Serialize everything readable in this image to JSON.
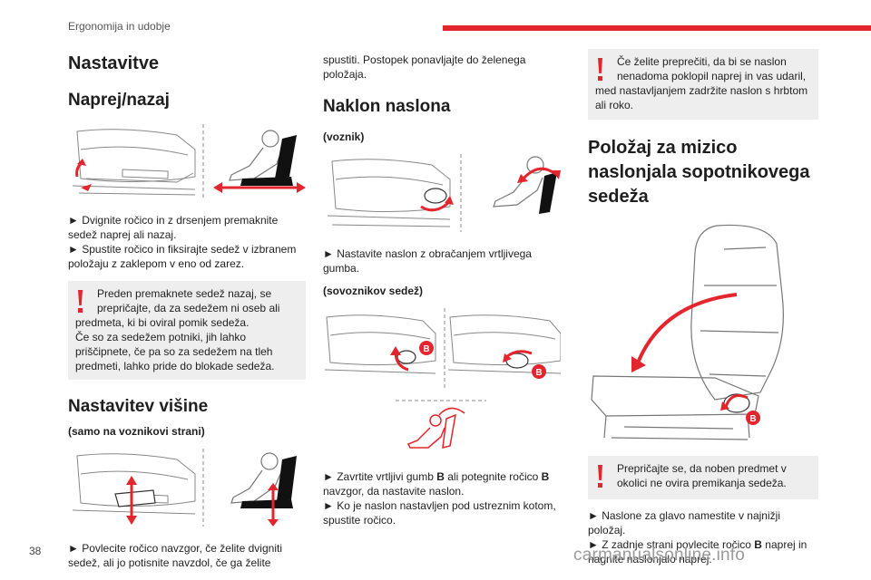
{
  "header": {
    "section": "Ergonomija in udobje",
    "accent_color": "#e3262d"
  },
  "page_number": "38",
  "watermark": "carmanualsonline.info",
  "col1": {
    "title": "Nastavitve",
    "subtitle": "Naprej/nazaj",
    "steps1": [
      "► Dvignite ročico in z drsenjem premaknite sedež naprej ali nazaj.",
      "► Spustite ročico in fiksirajte sedež v izbranem položaju z zaklepom v eno od zarez."
    ],
    "warning1": {
      "first": "Preden premaknete sedež nazaj, se prepričajte, da za sedežem ni oseb ali",
      "rest": "predmeta, ki bi oviral pomik sedeža.",
      "second": "Če so za sedežem potniki, jih lahko priščipnete, če pa so za sedežem na tleh predmeti, lahko pride do blokade sedeža."
    },
    "height_title": "Nastavitev višine",
    "height_subtitle": "(samo na voznikovi strani)",
    "height_step": "► Povlecite ročico navzgor, če želite dvigniti sedež, ali jo potisnite navzdol, če ga želite"
  },
  "col2": {
    "continuation": "spustiti. Postopek ponavljajte do želenega položaja.",
    "recline_title": "Naklon naslona",
    "driver_label": "(voznik)",
    "driver_step": "► Nastavite naslon z obračanjem vrtljivega gumba.",
    "passenger_label": "(sovoznikov sedež)",
    "badge_b": "B",
    "pass_step1_pre": "► Zavrtite vrtljivi gumb ",
    "pass_step1_b1": "B",
    "pass_step1_mid": " ali potegnite ročico ",
    "pass_step1_b2": "B",
    "pass_step1_post": " navzgor, da nastavite naslon.",
    "pass_step2": "► Ko je naslon nastavljen pod ustreznim kotom, spustite ročico."
  },
  "col3": {
    "warning": {
      "first": "Če želite preprečiti, da bi se naslon nenadoma poklopil naprej in vas udaril,",
      "rest": "med nastavljanjem zadržite naslon s hrbtom ali roko."
    },
    "table_title": "Položaj za mizico naslonjala sopotnikovega sedeža",
    "badge_b": "B",
    "warning2": {
      "first": "Prepričajte se, da noben predmet v okolici ne ovira premikanja sedeža."
    },
    "step1": "► Naslone za glavo namestite v najnižji položaj.",
    "step2_pre": "► Z zadnje strani povlecite ročico ",
    "step2_b": "B",
    "step2_post": " naprej in nagnite naslonjalo naprej."
  }
}
